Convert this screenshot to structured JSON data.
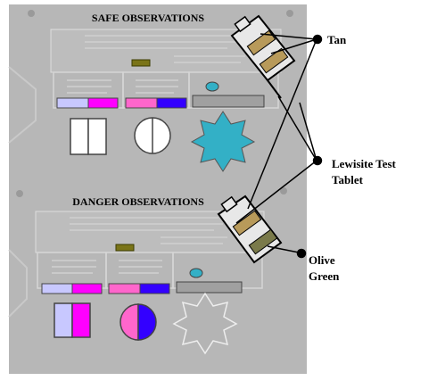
{
  "panels": {
    "safe": {
      "title": "SAFE OBSERVATIONS",
      "swatch_colors": [
        "#c8c8ff",
        "#ff00ff",
        "#ff66cc",
        "#3300ff",
        "#a0a0a0"
      ],
      "shape_colors": {
        "squares": "#ffffff",
        "circle": "#ffffff",
        "star": "#33b0c6"
      }
    },
    "danger": {
      "title": "DANGER OBSERVATIONS",
      "swatch_colors": [
        "#c8c8ff",
        "#ff00ff",
        "#ff66cc",
        "#3300ff",
        "#a0a0a0"
      ],
      "shape_colors": {
        "square_left": "#c8c8ff",
        "square_right": "#ff00ff",
        "circle_left": "#ff66cc",
        "circle_right": "#3300ff",
        "star": "#b4b4b4"
      }
    }
  },
  "callouts": {
    "tan": "Tan",
    "lewisite_line1": "Lewisite Test",
    "lewisite_line2": "Tablet",
    "olive_line1": "Olive",
    "olive_line2": "Green"
  },
  "colors": {
    "panel_bg": "#b7b7b7",
    "tan": "#b89a5a",
    "olive": "#7a7a4a",
    "tablet_marker": "#7a7418"
  }
}
